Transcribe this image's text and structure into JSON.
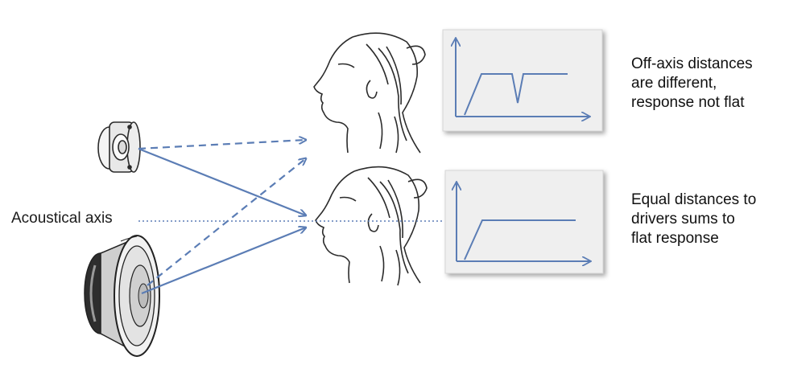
{
  "axis_label": "Acoustical axis",
  "notes": {
    "off_axis": [
      "Off-axis distances",
      "are different,",
      "response not flat"
    ],
    "on_axis": [
      "Equal distances to",
      "drivers sums to",
      "flat response"
    ]
  },
  "colors": {
    "line": "#5b7db5",
    "panel_bg": "#efefef",
    "drawing": "#2b2b2b"
  },
  "icons": {
    "tweeter": "tweeter-speaker-icon",
    "woofer": "woofer-speaker-icon",
    "head_top": "listener-head-icon",
    "head_bottom": "listener-head-icon"
  }
}
